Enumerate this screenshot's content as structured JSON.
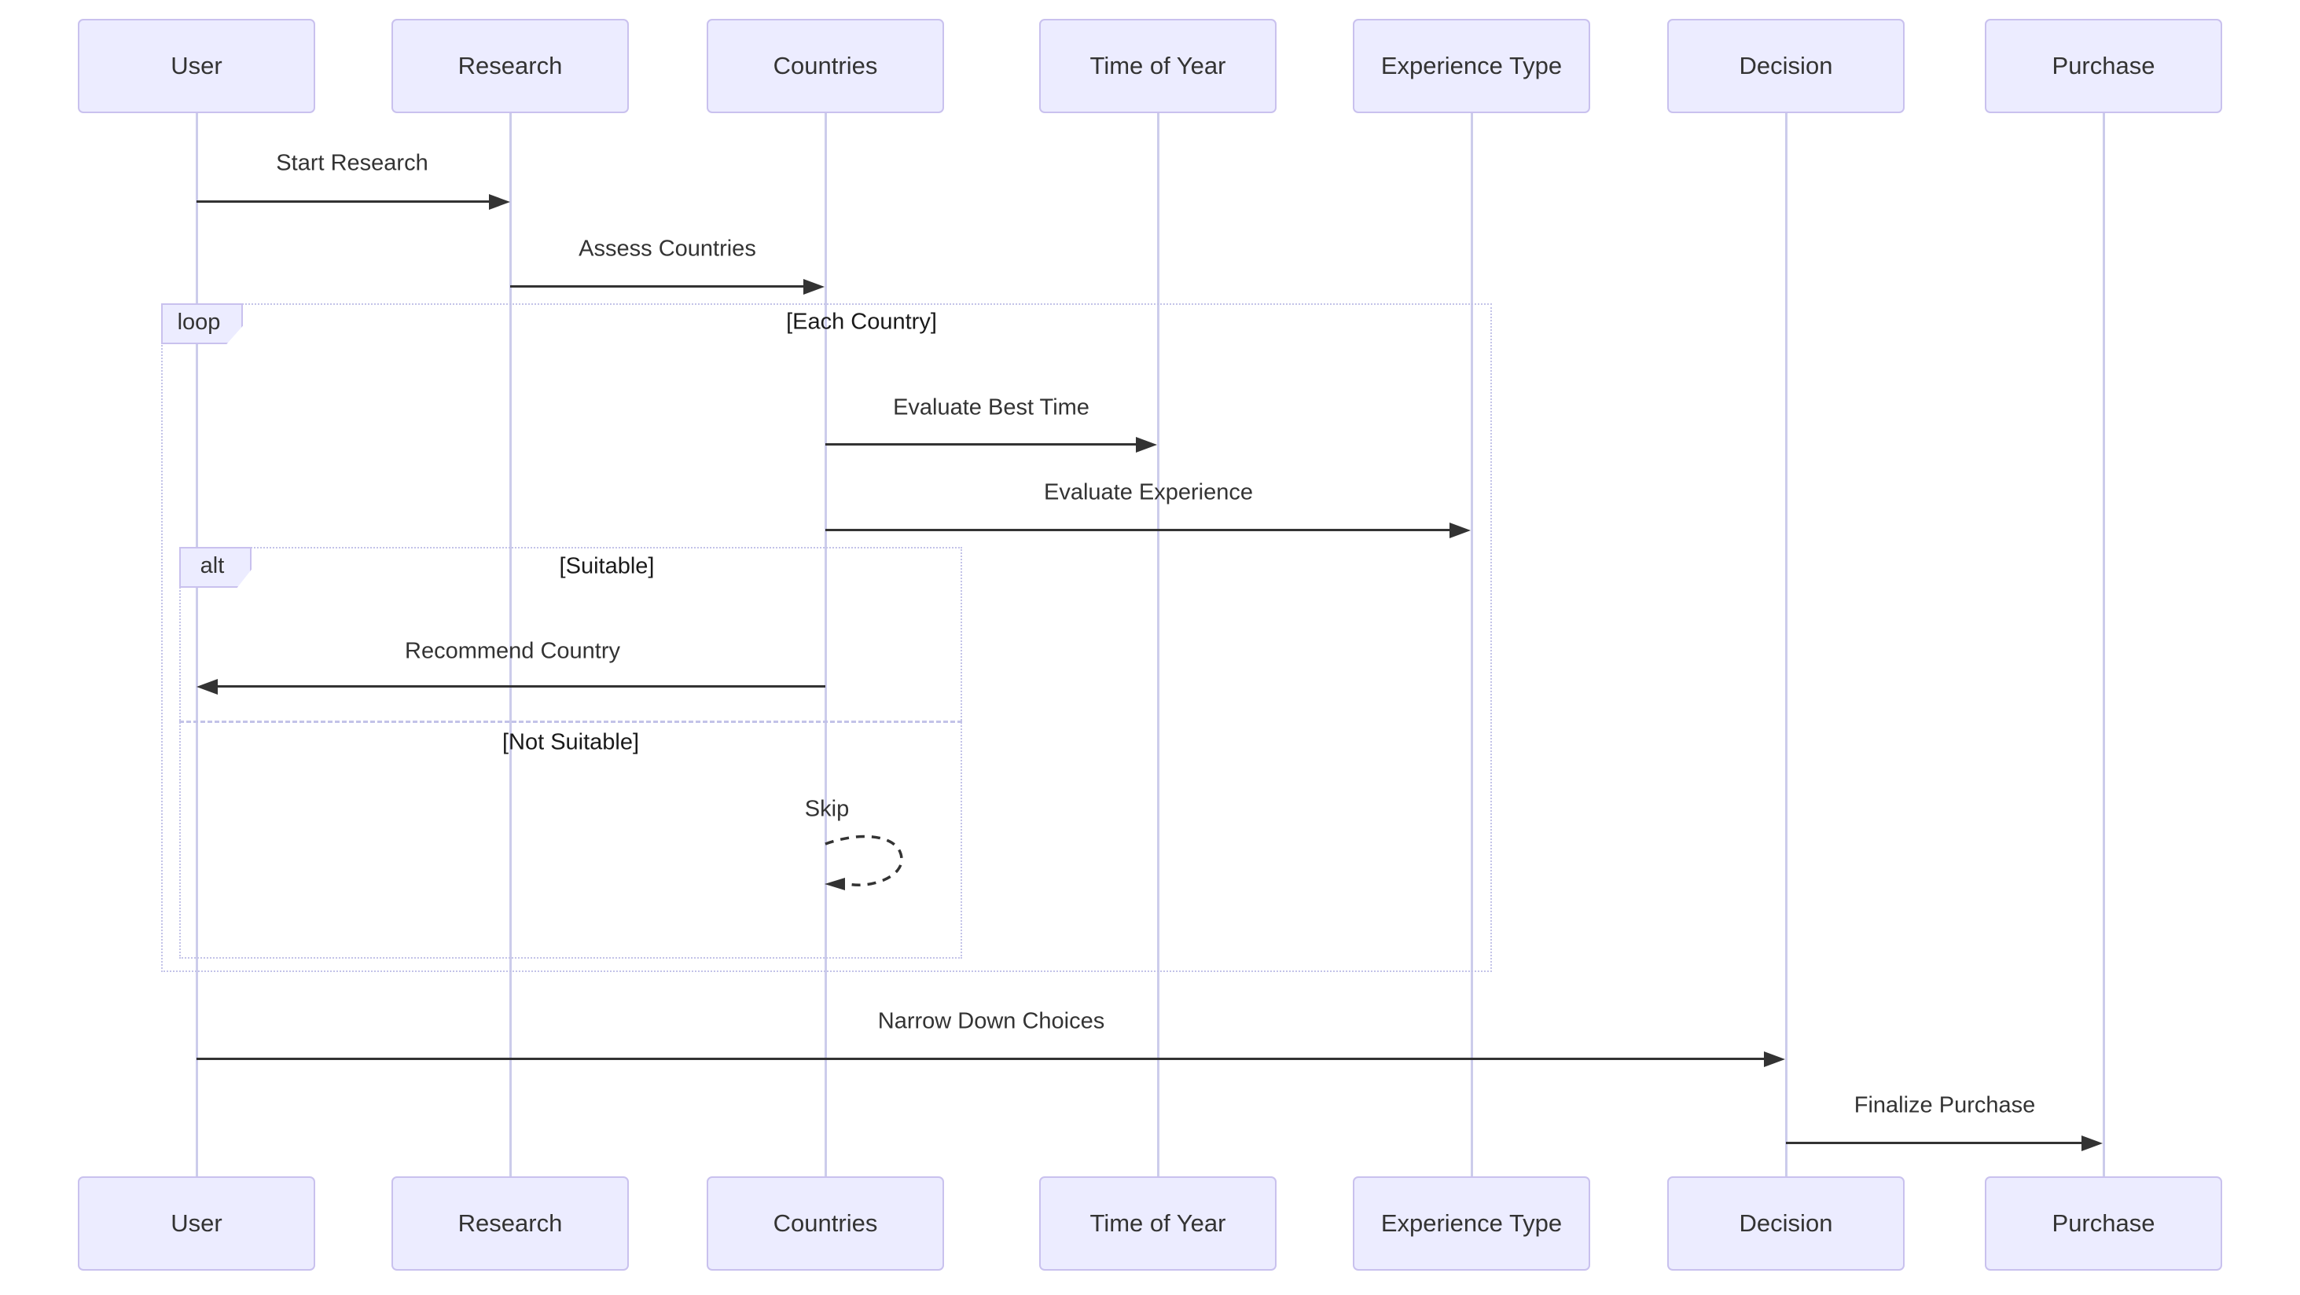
{
  "diagram": {
    "type": "sequence-diagram",
    "participants": [
      {
        "name": "User"
      },
      {
        "name": "Research"
      },
      {
        "name": "Countries"
      },
      {
        "name": "Time of Year"
      },
      {
        "name": "Experience Type"
      },
      {
        "name": "Decision"
      },
      {
        "name": "Purchase"
      }
    ],
    "messages": {
      "start_research": "Start Research",
      "assess_countries": "Assess Countries",
      "evaluate_best_time": "Evaluate Best Time",
      "evaluate_experience": "Evaluate Experience",
      "recommend_country": "Recommend Country",
      "skip": "Skip",
      "narrow_down_choices": "Narrow Down Choices",
      "finalize_purchase": "Finalize Purchase"
    },
    "fragments": {
      "loop": {
        "label": "loop",
        "guard": "[Each Country]"
      },
      "alt": {
        "label": "alt",
        "guard_suitable": "[Suitable]",
        "guard_not_suitable": "[Not Suitable]"
      }
    },
    "colors": {
      "actor_fill": "#ECECFF",
      "actor_border": "#C9C1EE",
      "lifeline": "#CCCCEB",
      "fragment_border": "#C3C3E8",
      "arrow": "#333333",
      "text": "#333333",
      "background": "#FFFFFF"
    }
  }
}
